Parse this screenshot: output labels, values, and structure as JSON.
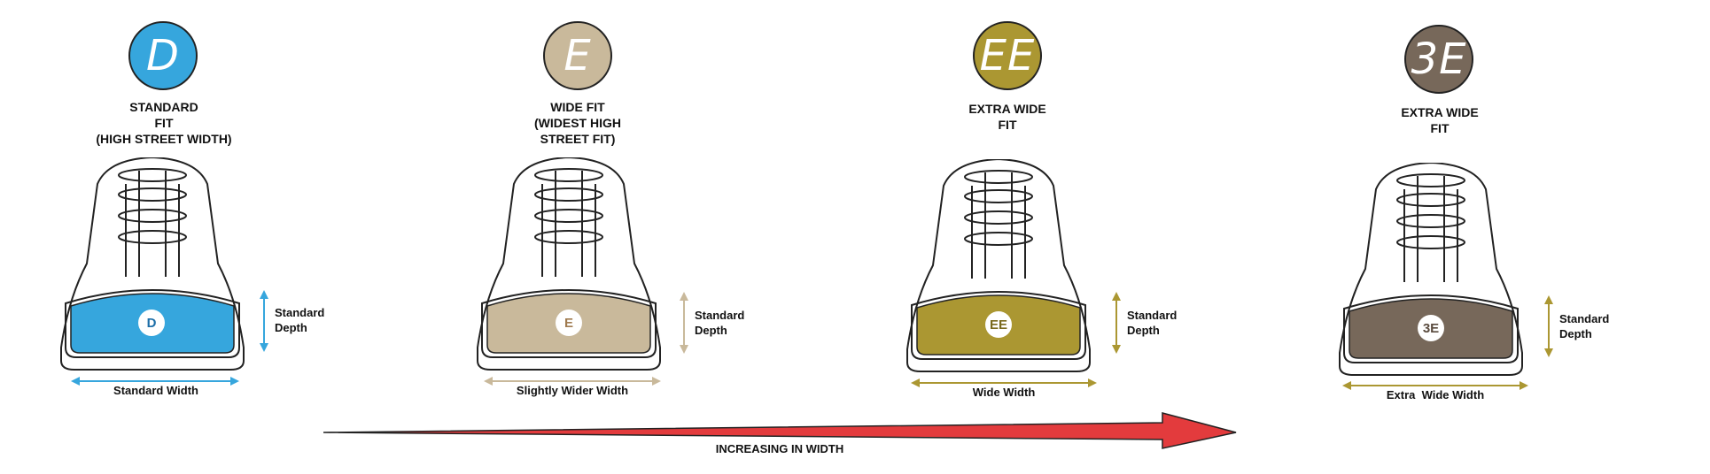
{
  "fits": [
    {
      "code": "D",
      "title_lines": [
        "STANDARD",
        "FIT",
        "(HIGH STREET WIDTH)"
      ],
      "depth_lines": [
        "Standard",
        "Depth"
      ],
      "width_label": "Standard Width",
      "color": "#36a6dd",
      "label_color": "#1d6ea8"
    },
    {
      "code": "E",
      "title_lines": [
        "WIDE FIT",
        "(WIDEST HIGH",
        "STREET FIT)"
      ],
      "depth_lines": [
        "Standard",
        "Depth"
      ],
      "width_label": "Slightly Wider Width",
      "color": "#c9b99b",
      "label_color": "#a07b50"
    },
    {
      "code": "EE",
      "title_lines": [
        "EXTRA WIDE",
        "FIT"
      ],
      "depth_lines": [
        "Standard",
        "Depth"
      ],
      "width_label": "Wide Width",
      "color": "#ab9732",
      "label_color": "#7a6a1e"
    },
    {
      "code": "3E",
      "title_lines": [
        "EXTRA WIDE",
        "FIT"
      ],
      "depth_lines": [
        "Standard",
        "Depth"
      ],
      "width_label": "Extra  Wide Width",
      "color": "#77685a",
      "label_color": "#5a4b3e"
    }
  ],
  "arrow": {
    "label": "INCREASING IN WIDTH",
    "color": "#e33b3d"
  }
}
